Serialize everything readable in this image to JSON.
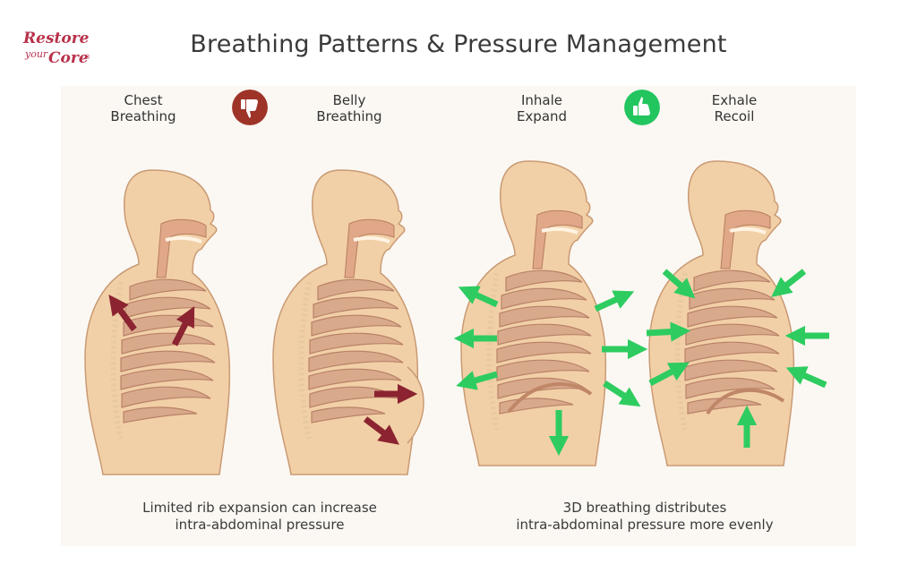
{
  "title": "Breathing Patterns & Pressure Management",
  "logo": {
    "line1": "Restore",
    "line2": "your",
    "line3": "Core",
    "mark": "®"
  },
  "labels": {
    "chest": "Chest\nBreathing",
    "belly": "Belly\nBreathing",
    "inhale": "Inhale\nExpand",
    "exhale": "Exhale\nRecoil"
  },
  "captions": {
    "left": "Limited rib expansion can increase\nintra-abdominal pressure",
    "right": "3D breathing distributes\nintra-abdominal pressure more evenly"
  },
  "icons": {
    "bad": "thumbs-down-icon",
    "good": "thumbs-up-icon"
  },
  "colors": {
    "bad": "#9e3328",
    "good": "#22c55e",
    "skin": "#f2d0a7",
    "ribs": "#d9a98c",
    "arrow_bad": "#8b2330",
    "arrow_good": "#2ecc60"
  }
}
